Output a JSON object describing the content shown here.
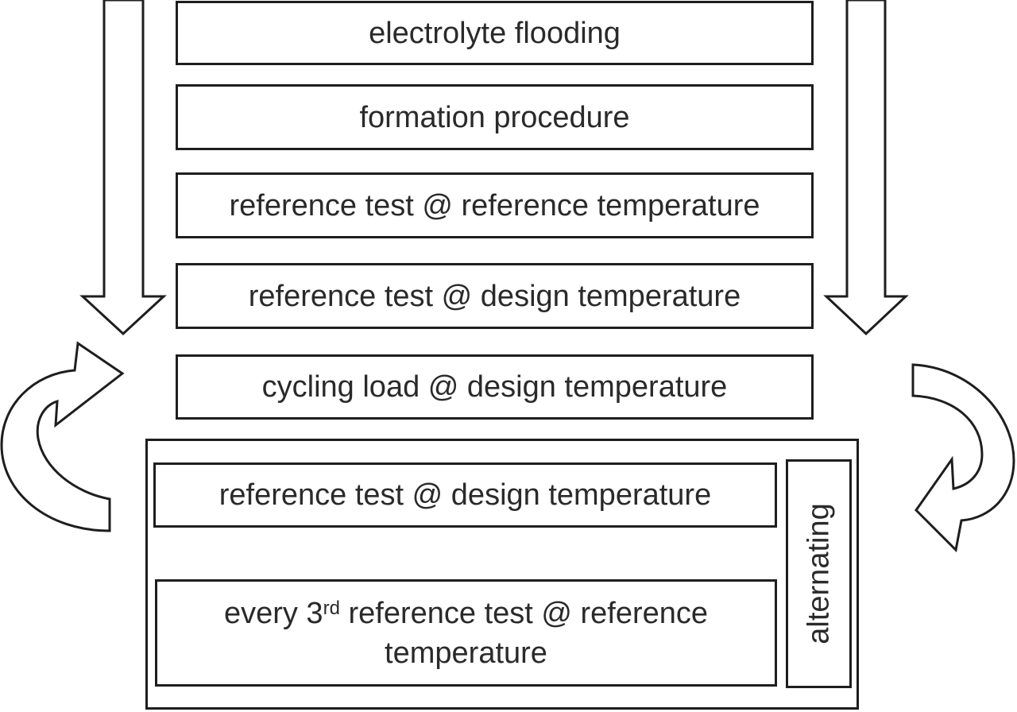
{
  "steps": {
    "electrolyte_flooding": "electrolyte flooding",
    "formation_procedure": "formation procedure",
    "reference_test_ref_temp": "reference test @ reference temperature",
    "reference_test_design_temp": "reference test @ design temperature",
    "cycling_load": "cycling load @ design temperature"
  },
  "alternating_group": {
    "reference_test_design_temp": "reference test @ design temperature",
    "every_third_prefix": "every 3",
    "every_third_superscript": "rd",
    "every_third_suffix": " reference test @ reference",
    "every_third_line2": "temperature",
    "label": "alternating"
  },
  "colors": {
    "stroke": "#1e1e1e",
    "text": "#2a2a2a",
    "background": "#ffffff"
  }
}
